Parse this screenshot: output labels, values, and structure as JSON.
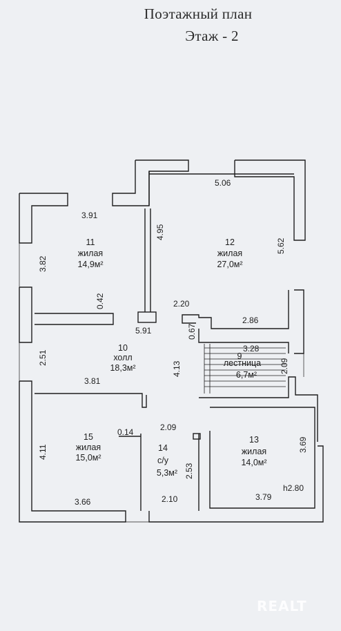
{
  "title": {
    "line1": "Поэтажный план",
    "line2": "Этаж  - 2"
  },
  "rooms": [
    {
      "id": "r11",
      "number": "11",
      "name": "жилая",
      "area": "14,9м²"
    },
    {
      "id": "r12",
      "number": "12",
      "name": "жилая",
      "area": "27,0м²"
    },
    {
      "id": "r10",
      "number": "10",
      "name": "холл",
      "area": "18,3м²"
    },
    {
      "id": "r9",
      "number": "9",
      "name": "лестница",
      "area": "6,7м²"
    },
    {
      "id": "r15",
      "number": "15",
      "name": "жилая",
      "area": "15,0м²"
    },
    {
      "id": "r14",
      "number": "14",
      "name": "с/у",
      "area": "5,3м²"
    },
    {
      "id": "r13",
      "number": "13",
      "name": "жилая",
      "area": "14,0м²"
    }
  ],
  "dimensions": {
    "d_506": "5.06",
    "d_391": "3.91",
    "d_495": "4.95",
    "d_562": "5.62",
    "d_382": "3.82",
    "d_042": "0.42",
    "d_220": "2.20",
    "d_286": "2.86",
    "d_591": "5.91",
    "d_067": "0.67",
    "d_328": "3.28",
    "d_251": "2.51",
    "d_413": "4.13",
    "d_209v": "2.09",
    "d_381": "3.81",
    "d_014": "0.14",
    "d_209": "2.09",
    "d_411": "4.11",
    "d_369": "3.69",
    "d_253": "2.53",
    "d_366": "3.66",
    "d_210": "2.10",
    "d_379": "3.79",
    "height": "h2.80"
  },
  "watermark": "REALT"
}
